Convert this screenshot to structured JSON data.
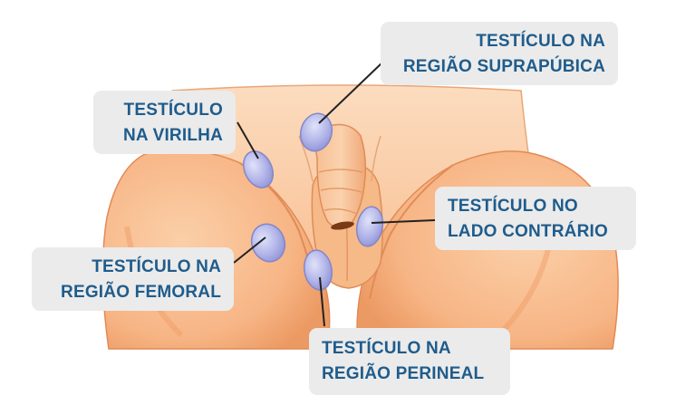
{
  "colors": {
    "skin_light": "#fbcfa6",
    "skin_mid": "#f7b585",
    "skin_shadow": "#eb9660",
    "skin_outline": "#e28a55",
    "testis_fill": "#b2b5e8",
    "testis_stroke": "#8386c9",
    "label_bg": "#ebebeb",
    "label_text": "#1f5c8c",
    "leader_line": "#222222"
  },
  "labels": {
    "suprapubic": {
      "line1": "TESTÍCULO NA",
      "line2": "REGIÃO SUPRAPÚBICA",
      "icon": "testis-icon"
    },
    "inguinal": {
      "line1": "TESTÍCULO",
      "line2": "NA VIRILHA",
      "icon": "testis-icon"
    },
    "contralateral": {
      "line1": "TESTÍCULO NO",
      "line2": "LADO CONTRÁRIO",
      "icon": "testis-icon"
    },
    "femoral": {
      "line1": "TESTÍCULO NA",
      "line2": "REGIÃO FEMORAL",
      "icon": "testis-icon"
    },
    "perineal": {
      "line1": "TESTÍCULO NA",
      "line2": "REGIÃO PERINEAL",
      "icon": "testis-icon"
    }
  }
}
